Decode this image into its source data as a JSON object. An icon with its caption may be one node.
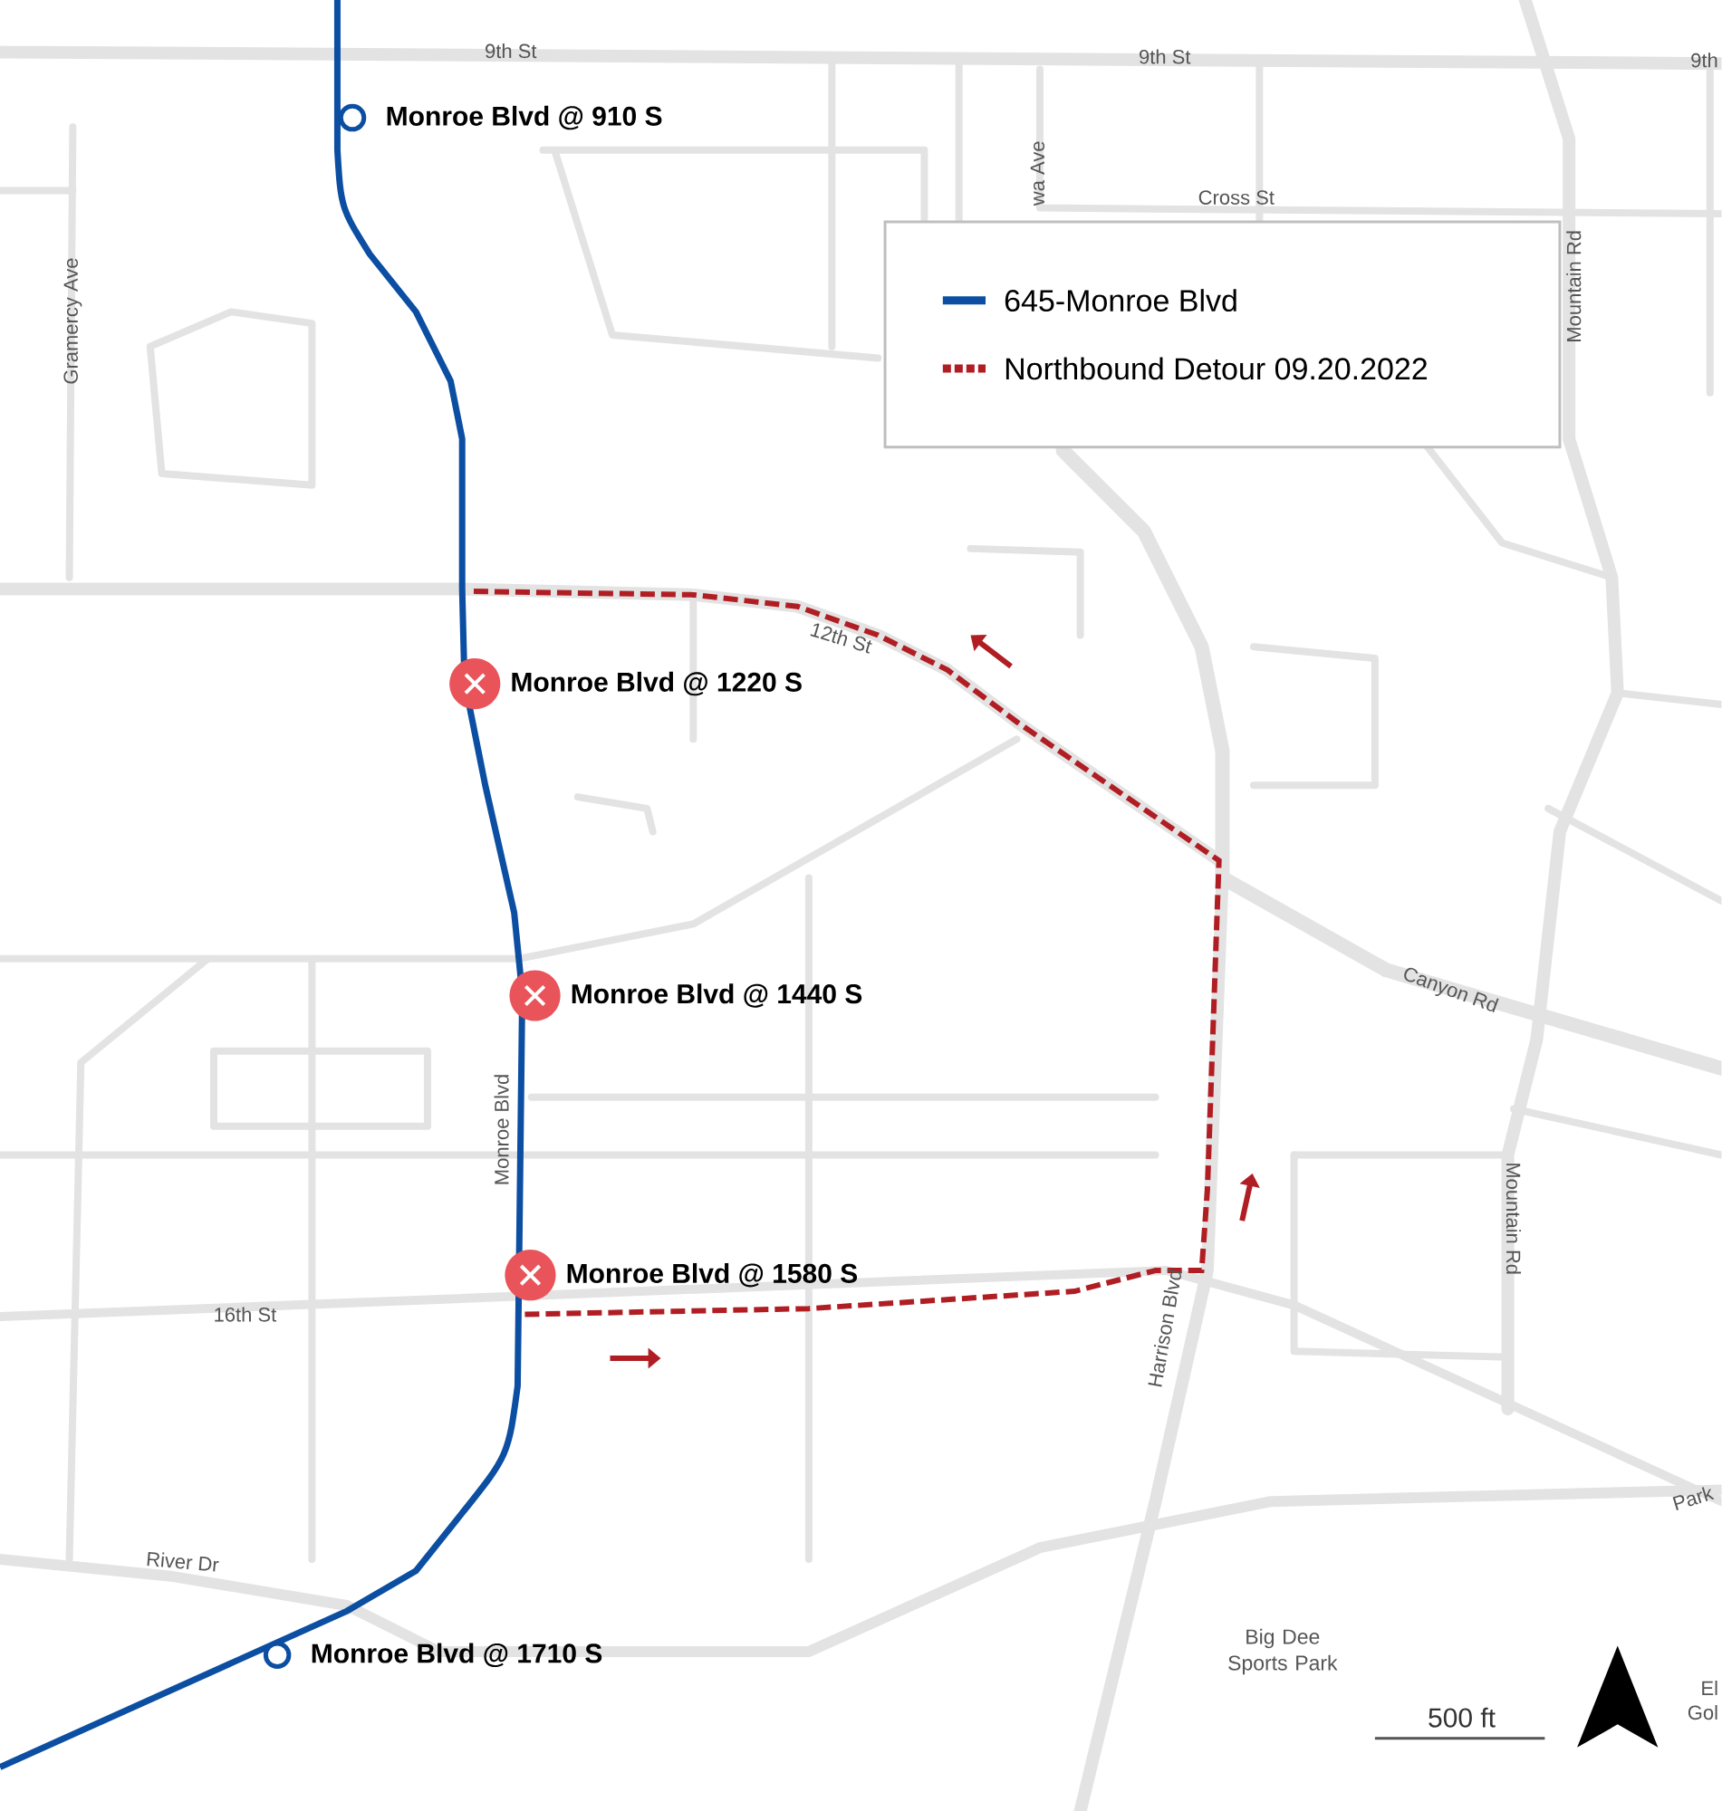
{
  "diagram": {
    "nodes": [
      {
        "text": [
          "Monroe Blvd @ 910 S"
        ]
      },
      {
        "text": [
          "Monroe Blvd @ 1220 S"
        ]
      },
      {
        "text": [
          "Monroe Blvd @ 1440 S"
        ]
      },
      {
        "text": [
          "Monroe Blvd @ 1580 S"
        ]
      },
      {
        "text": [
          "Monroe Blvd @ 1710 S"
        ]
      }
    ],
    "labels": [
      "9th St",
      "9th St",
      "9th",
      "Cross St",
      "wa Ave",
      "Mountain Rd",
      "Gramercy Ave",
      "12th St",
      "Canyon Rd",
      "Monroe Blvd",
      "Harrison Blvd",
      "Mountain Rd",
      "16th St",
      "River Dr",
      "Park",
      "Big Dee Sports Park",
      "500 ft",
      "El Gol"
    ],
    "legend": [
      {
        "text": "645-Monroe Blvd"
      },
      {
        "text": "Northbound Detour 09.20.2022"
      }
    ]
  }
}
